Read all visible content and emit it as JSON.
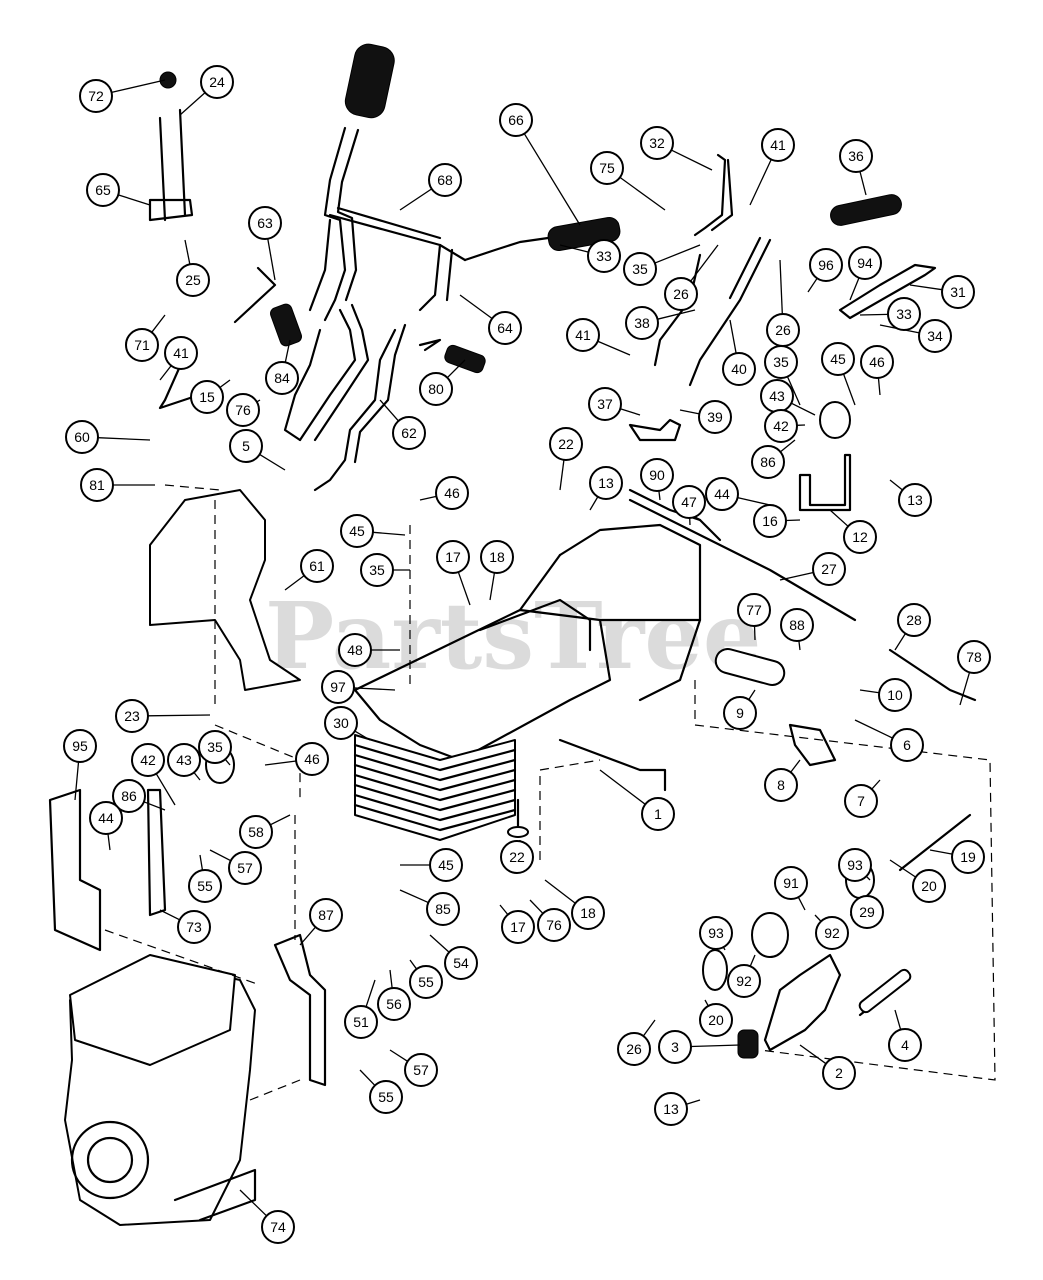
{
  "watermark": "PartsTree",
  "callouts": [
    "72",
    "24",
    "65",
    "25",
    "66",
    "68",
    "63",
    "64",
    "84",
    "71",
    "41",
    "15",
    "76",
    "80",
    "5",
    "62",
    "60",
    "81",
    "61",
    "32",
    "41",
    "75",
    "33",
    "35",
    "26",
    "38",
    "26",
    "41",
    "40",
    "36",
    "96",
    "94",
    "31",
    "33",
    "34",
    "35",
    "45",
    "46",
    "43",
    "42",
    "86",
    "37",
    "39",
    "22",
    "13",
    "90",
    "47",
    "44",
    "16",
    "12",
    "13",
    "27",
    "46",
    "45",
    "35",
    "17",
    "18",
    "48",
    "97",
    "77",
    "88",
    "28",
    "78",
    "10",
    "9",
    "6",
    "8",
    "7",
    "23",
    "30",
    "1",
    "95",
    "42",
    "43",
    "35",
    "46",
    "86",
    "44",
    "58",
    "55",
    "57",
    "73",
    "22",
    "45",
    "85",
    "18",
    "76",
    "17",
    "19",
    "93",
    "20",
    "91",
    "29",
    "92",
    "93",
    "92",
    "20",
    "26",
    "3",
    "2",
    "4",
    "13",
    "87",
    "54",
    "51",
    "56",
    "55",
    "57",
    "55",
    "74"
  ]
}
